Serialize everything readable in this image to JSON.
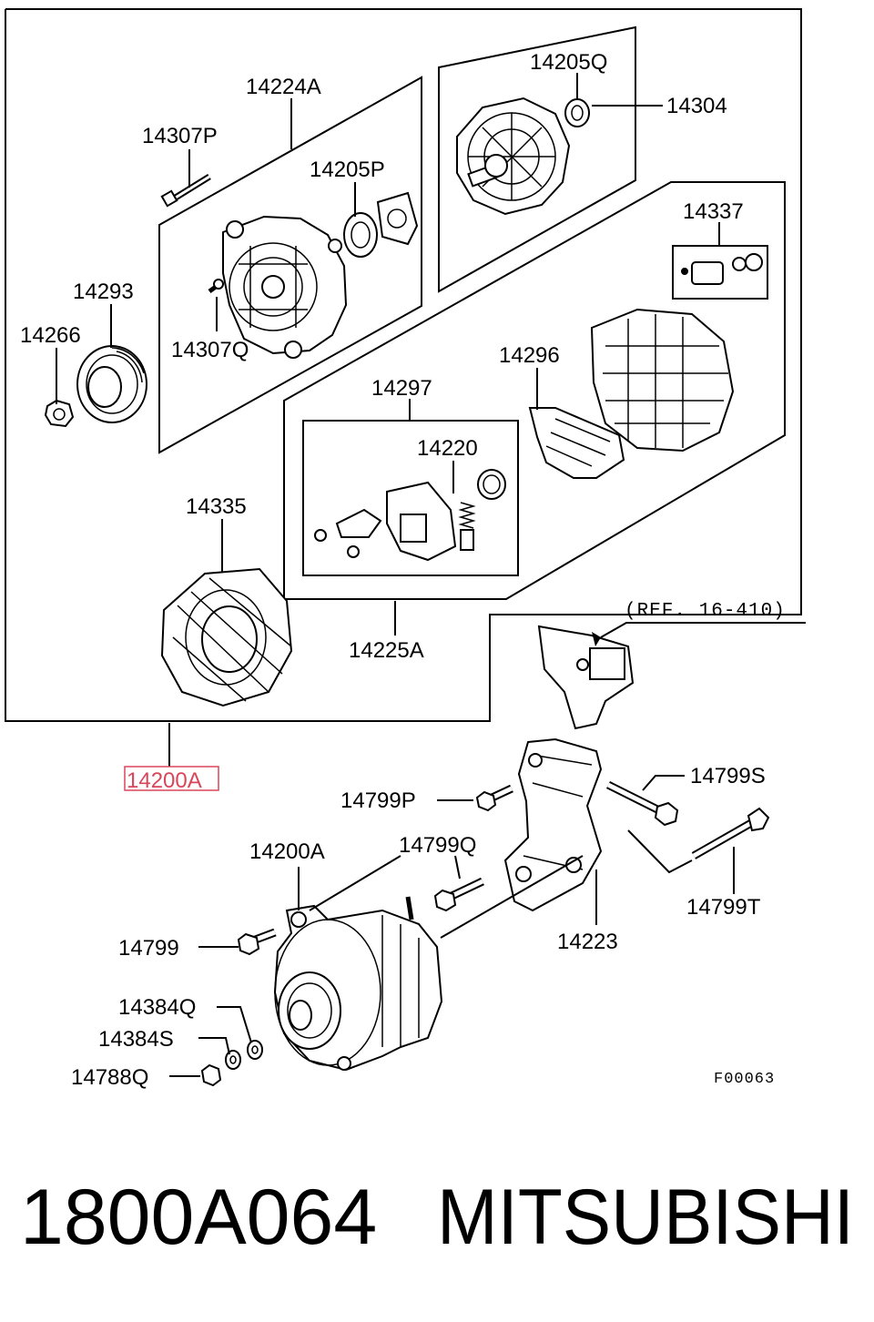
{
  "labels": {
    "p14224A": "14224A",
    "p14307P": "14307P",
    "p14205P": "14205P",
    "p14205Q": "14205Q",
    "p14304": "14304",
    "p14337": "14337",
    "p14293": "14293",
    "p14266": "14266",
    "p14307Q": "14307Q",
    "p14296": "14296",
    "p14297": "14297",
    "p14220": "14220",
    "p14335": "14335",
    "p14225A": "14225A",
    "ref": "(REF. 16-410)",
    "p14200A_top": "14200A",
    "p14799P": "14799P",
    "p14799S": "14799S",
    "p14200A": "14200A",
    "p14799Q": "14799Q",
    "p14799T": "14799T",
    "p14223": "14223",
    "p14799": "14799",
    "p14384Q": "14384Q",
    "p14384S": "14384S",
    "p14788Q": "14788Q",
    "fig_code": "F00063"
  },
  "footer": {
    "part_number": "1800A064",
    "brand": "MITSUBISHI"
  },
  "colors": {
    "highlight": "#d9465a",
    "ink": "#000000"
  }
}
